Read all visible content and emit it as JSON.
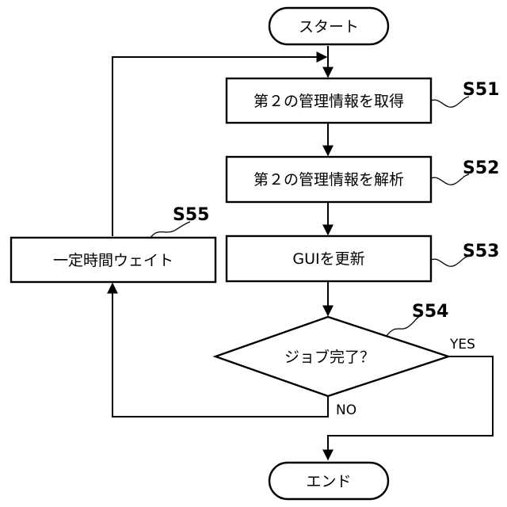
{
  "nodes": {
    "start": "スタート",
    "s51": "第２の管理情報を取得",
    "s52": "第２の管理情報を解析",
    "s53": "GUIを更新",
    "s54": "ジョブ完了？",
    "s55": "一定時間ウェイト",
    "end": "エンド"
  },
  "step_labels": {
    "s51": "S51",
    "s52": "S52",
    "s53": "S53",
    "s54": "S54",
    "s55": "S55"
  },
  "branches": {
    "yes": "YES",
    "no": "NO"
  }
}
